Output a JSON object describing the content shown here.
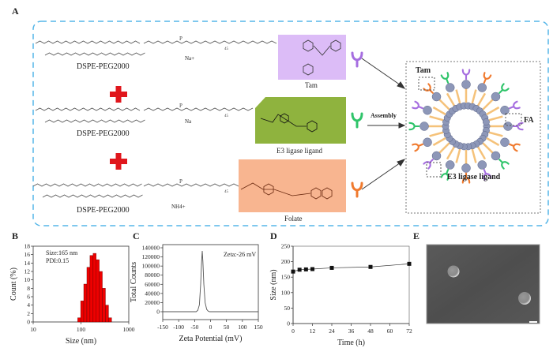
{
  "panels": {
    "a": "A",
    "b": "B",
    "c": "C",
    "d": "D",
    "e": "E"
  },
  "schematic": {
    "lipid_labels": [
      "DSPE-PEG2000",
      "DSPE-PEG2000",
      "DSPE-PEG2000"
    ],
    "counterions": [
      "Na+",
      "Na",
      "NH4+"
    ],
    "peg_repeat": "45",
    "ligands": [
      {
        "name": "Tam",
        "color": "#dcbcf7",
        "receptor_color": "#a66ee0"
      },
      {
        "name": "E3 ligase ligand",
        "color": "#8fb33e",
        "receptor_color": "#2fc46a"
      },
      {
        "name": "Folate",
        "color": "#f8b590",
        "receptor_color": "#f07a2e"
      }
    ],
    "plus_color": "#e0161c",
    "assembly_label": "Assembly",
    "nanoparticle_labels": {
      "tam": "Tam",
      "fa": "FA",
      "e3": "E3 ligase ligand"
    },
    "border_color": "#55b6e8"
  },
  "chart_data": [
    {
      "panel": "B",
      "type": "bar",
      "xlabel": "Size (nm)",
      "ylabel": "Count (%)",
      "xscale": "log",
      "xlim": [
        10,
        1000
      ],
      "xticks": [
        "10",
        "100",
        "1000"
      ],
      "ylim": [
        0,
        18
      ],
      "yticks": [
        "0",
        "2",
        "4",
        "6",
        "8",
        "10",
        "12",
        "14",
        "16",
        "18"
      ],
      "annotation": [
        "Size:165 nm",
        "PDI:0.15"
      ],
      "color": "#ee0000",
      "x": [
        92,
        106,
        123,
        143,
        166,
        193,
        224,
        260,
        302,
        351,
        407
      ],
      "values": [
        1,
        5,
        9,
        13,
        15.8,
        16.3,
        14.8,
        12,
        8,
        4,
        1
      ]
    },
    {
      "panel": "C",
      "type": "line",
      "xlabel": "Zeta Potential (mV)",
      "ylabel": "Total Counts",
      "xlim": [
        -150,
        150
      ],
      "xticks": [
        "-150",
        "-100",
        "-50",
        "0",
        "50",
        "100",
        "150"
      ],
      "ylim": [
        0,
        140000
      ],
      "yticks": [
        "0",
        "20000",
        "40000",
        "60000",
        "80000",
        "100000",
        "120000",
        "140000"
      ],
      "annotation": "Zeta:-26 mV",
      "x": [
        -150,
        -45,
        -40,
        -35,
        -31,
        -28,
        -26,
        -24,
        -21,
        -17,
        -12,
        -7,
        -3,
        150
      ],
      "y": [
        0,
        0,
        3000,
        15000,
        60000,
        110000,
        133000,
        110000,
        60000,
        20000,
        5000,
        1000,
        0,
        0
      ]
    },
    {
      "panel": "D",
      "type": "scatter",
      "xlabel": "Time (h)",
      "ylabel": "Size (nm)",
      "xlim": [
        0,
        72
      ],
      "xticks": [
        "0",
        "12",
        "24",
        "36",
        "48",
        "60",
        "72"
      ],
      "ylim": [
        0,
        250
      ],
      "yticks": [
        "0",
        "50",
        "100",
        "150",
        "200",
        "250"
      ],
      "x": [
        0,
        4,
        8,
        12,
        24,
        48,
        72
      ],
      "y": [
        168,
        174,
        175,
        176,
        180,
        183,
        193
      ]
    }
  ]
}
